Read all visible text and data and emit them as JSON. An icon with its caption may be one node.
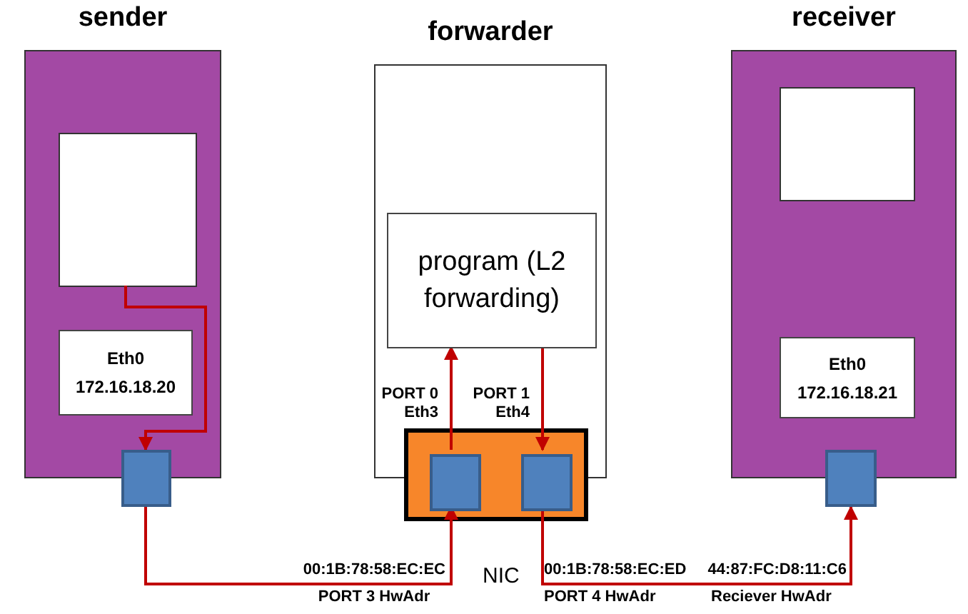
{
  "diagram": {
    "nodes": [
      {
        "text": [
          "sender"
        ]
      },
      {
        "text": [],
        "shape": "box",
        "in": 0
      },
      {
        "text": [
          "Eth0",
          "172.16.18.20"
        ],
        "in": 0
      },
      {
        "text": [],
        "shape": "box"
      },
      {
        "text": [
          "forwarder"
        ]
      },
      {
        "text": [
          "program (L2 forwarding)"
        ],
        "in": 4
      },
      {
        "text": [],
        "shape": "box",
        "beside": [
          "NIC"
        ]
      },
      {
        "text": [],
        "shape": "box",
        "in": 6,
        "beside": [
          "PORT 0 Eth3"
        ]
      },
      {
        "text": [],
        "shape": "box",
        "in": 6,
        "beside": [
          "PORT 1 Eth4"
        ]
      },
      {
        "text": [
          "receiver"
        ]
      },
      {
        "text": [],
        "shape": "box",
        "in": 9
      },
      {
        "text": [
          "Eth0",
          "172.16.18.21"
        ],
        "in": 9
      },
      {
        "text": [],
        "shape": "box"
      }
    ],
    "edges": [
      {
        "from": 1,
        "to": 3,
        "arrow": "to"
      },
      {
        "from": 3,
        "to": 7,
        "arrow": "to"
      },
      {
        "from": 7,
        "to": 5,
        "arrow": "to"
      },
      {
        "from": 5,
        "to": 8,
        "arrow": "to"
      },
      {
        "from": 8,
        "to": 12,
        "arrow": "to"
      }
    ],
    "labels": [
      "00:1B:78:58:EC:EC",
      "PORT 3 HwAdr",
      "00:1B:78:58:EC:ED",
      "PORT 4 HwAdr",
      "44:87:FC:D8:11:C6",
      "Reciever HwAdr"
    ]
  }
}
